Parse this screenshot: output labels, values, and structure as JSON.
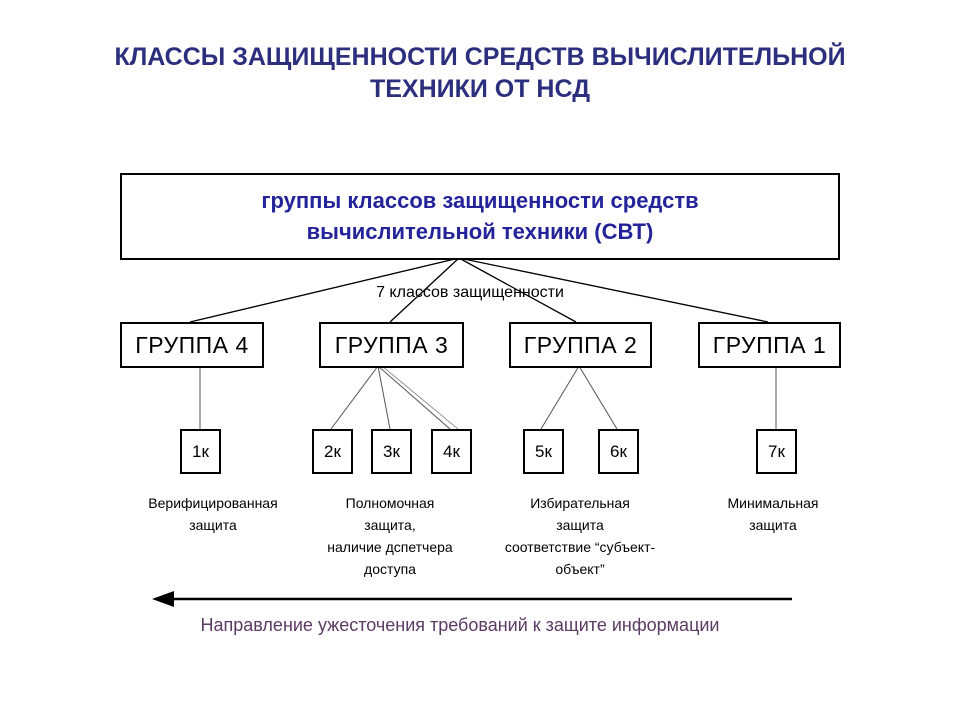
{
  "title": {
    "line1": "КЛАССЫ ЗАЩИЩЕННОСТИ СРЕДСТВ ВЫЧИСЛИТЕЛЬНОЙ",
    "line2": "ТЕХНИКИ ОТ НСД"
  },
  "root": {
    "line1": "группы классов защищенности средств",
    "line2": "вычислительной техники (СВТ)"
  },
  "connector_label": "7 классов защищенности",
  "groups": [
    {
      "label": "ГРУППА 4"
    },
    {
      "label": "ГРУППА 3"
    },
    {
      "label": "ГРУППА 2"
    },
    {
      "label": "ГРУППА 1"
    }
  ],
  "classes": [
    {
      "label": "1к"
    },
    {
      "label": "2к"
    },
    {
      "label": "3к"
    },
    {
      "label": "4к"
    },
    {
      "label": "5к"
    },
    {
      "label": "6к"
    },
    {
      "label": "7к"
    }
  ],
  "descriptions": [
    {
      "lines": [
        "Верифицированная",
        "защита"
      ]
    },
    {
      "lines": [
        "Полномочная",
        "защита,",
        "наличие дспетчера",
        "доступа"
      ]
    },
    {
      "lines": [
        "Избирательная",
        "защита",
        "соответствие “субъект-",
        "объект”"
      ]
    },
    {
      "lines": [
        "Минимальная",
        "защита"
      ]
    }
  ],
  "direction": {
    "label": "Направление ужесточения требований к защите информации"
  },
  "colors": {
    "title": "#2b2f7e",
    "root_text": "#23239a",
    "direction_text": "#5b3a63"
  }
}
